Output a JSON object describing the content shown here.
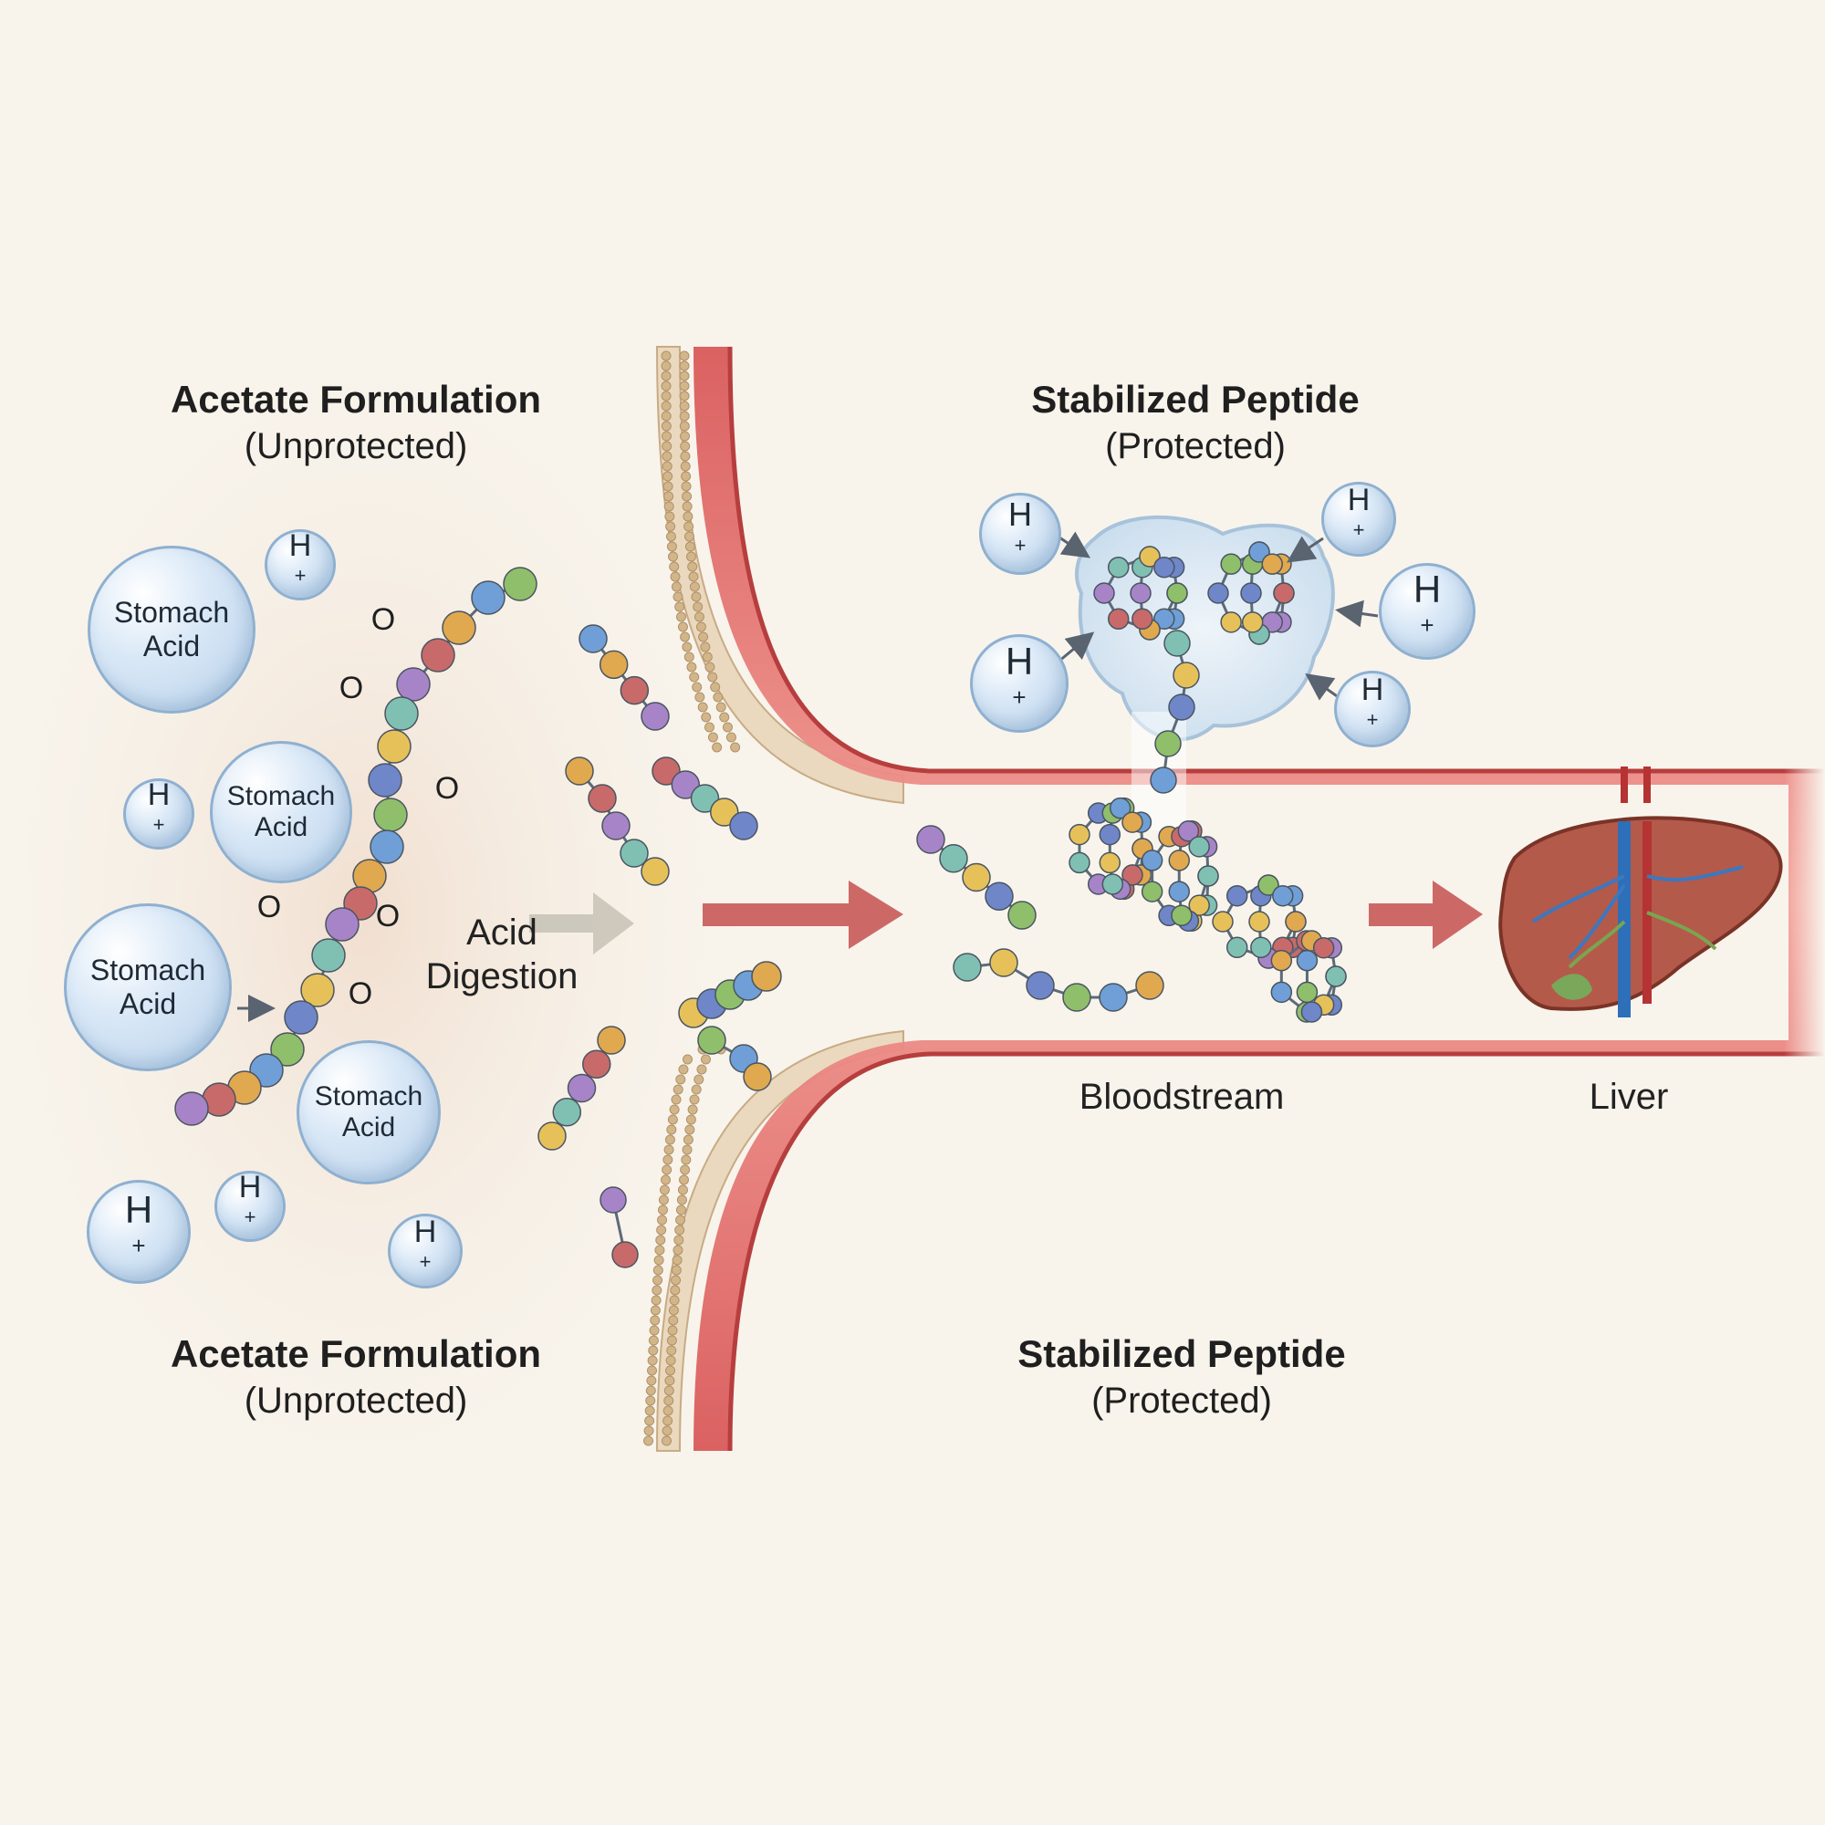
{
  "left_top": {
    "title": "Acetate Formulation",
    "subtitle": "(Unprotected)"
  },
  "right_top": {
    "title": "Stabilized Peptide",
    "subtitle": "(Protected)"
  },
  "left_bottom": {
    "title": "Acetate Formulation",
    "subtitle": "(Unprotected)"
  },
  "right_bottom": {
    "title": "Stabilized Peptide",
    "subtitle": "(Protected)"
  },
  "acid_bubble_text": [
    "Stomach",
    "Acid"
  ],
  "proton_label": "H",
  "proton_charge": "+",
  "oxygen_label": "O",
  "digestion_label": [
    "Acid",
    "Digestion"
  ],
  "bloodstream_label": "Bloodstream",
  "liver_label": "Liver",
  "colors": {
    "background": "#f8f4ec",
    "blood": "#e06b6b",
    "vessel_wall": "#c94848",
    "membrane": "#d9c4a0",
    "liver": "#b45a4a",
    "bubble": "#c9ddf1"
  }
}
